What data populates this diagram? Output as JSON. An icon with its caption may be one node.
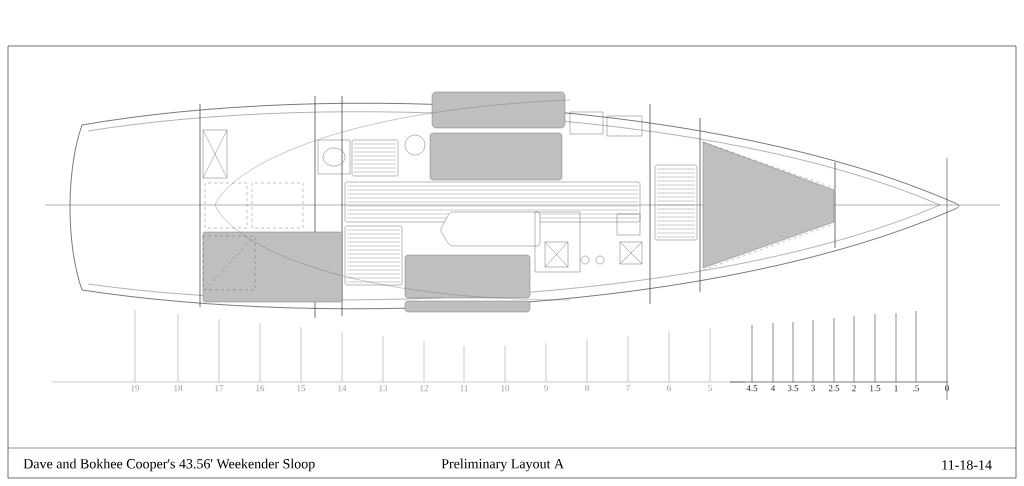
{
  "diagram": {
    "labels": [
      "19",
      "18",
      "17",
      "16",
      "15",
      "14",
      "13",
      "12",
      "11",
      "10",
      "9",
      "8",
      "7",
      "6",
      "5",
      "4.5",
      "4",
      "3.5",
      "3",
      "2.5",
      "2",
      "1.5",
      "1",
      ".5",
      "0",
      "Dave and Bokhee Cooper's 43.56' Weekender Sloop",
      "Preliminary Layout A",
      "11-18-14"
    ]
  }
}
